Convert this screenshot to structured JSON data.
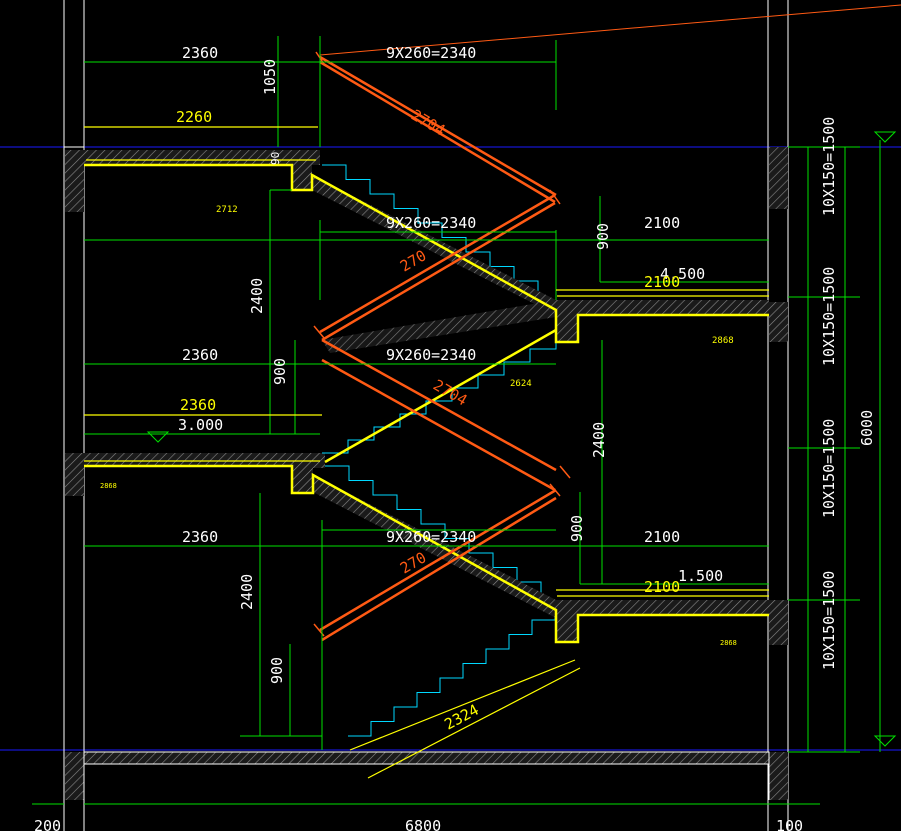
{
  "colors": {
    "background": "#000000",
    "dimension": "#00ff00",
    "wall": "#ffffff",
    "slab": "#ffff00",
    "stair_steps": "#00ffff",
    "diagonal": "#ff5a14",
    "level_line": "#0000ff",
    "hatch": "#7a7a7a"
  },
  "labels": {
    "top_left_2360": "2360",
    "top_flight": "9X260=2340",
    "dim_1050": "1050",
    "dim_2260": "2260",
    "diag_2704_top": "2704",
    "dim_90": "90",
    "tag_2712": "2712",
    "mid_flight_1": "9X260=2340",
    "dim_900_right_upper": "900",
    "dim_2100_upper": "2100",
    "diag_270_upper": "270",
    "level_4500": "4.500",
    "dim_2100_upper_yellow": "2100",
    "dim_2400_left_upper": "2400",
    "tag_2624": "2624",
    "tag_right_1": "2868",
    "mid_left_2360": "2360",
    "mid_flight_2": "9X260=2340",
    "dim_900_left_mid": "900",
    "diag_2704_mid": "2704",
    "dim_2360_yellow": "2360",
    "level_3000": "3.000",
    "tag_left_small": "2868",
    "dim_2400_right_lower": "2400",
    "low_left_2360": "2360",
    "low_flight": "9X260=2340",
    "diag_270_lower": "270",
    "dim_900_right_lower": "900",
    "dim_2100_lower": "2100",
    "level_1500": "1.500",
    "dim_2100_lower_yellow": "2100",
    "tag_right_2": "2868",
    "dim_2400_left_lower": "2400",
    "dim_900_left_lower": "900",
    "diag_2324": "2324",
    "dim_200": "200",
    "dim_6800": "6800",
    "dim_100": "100",
    "right_1500_a": "10X150=1500",
    "right_1500_b": "10X150=1500",
    "right_1500_c": "10X150=1500",
    "right_1500_d": "10X150=1500",
    "right_total": "6000"
  }
}
